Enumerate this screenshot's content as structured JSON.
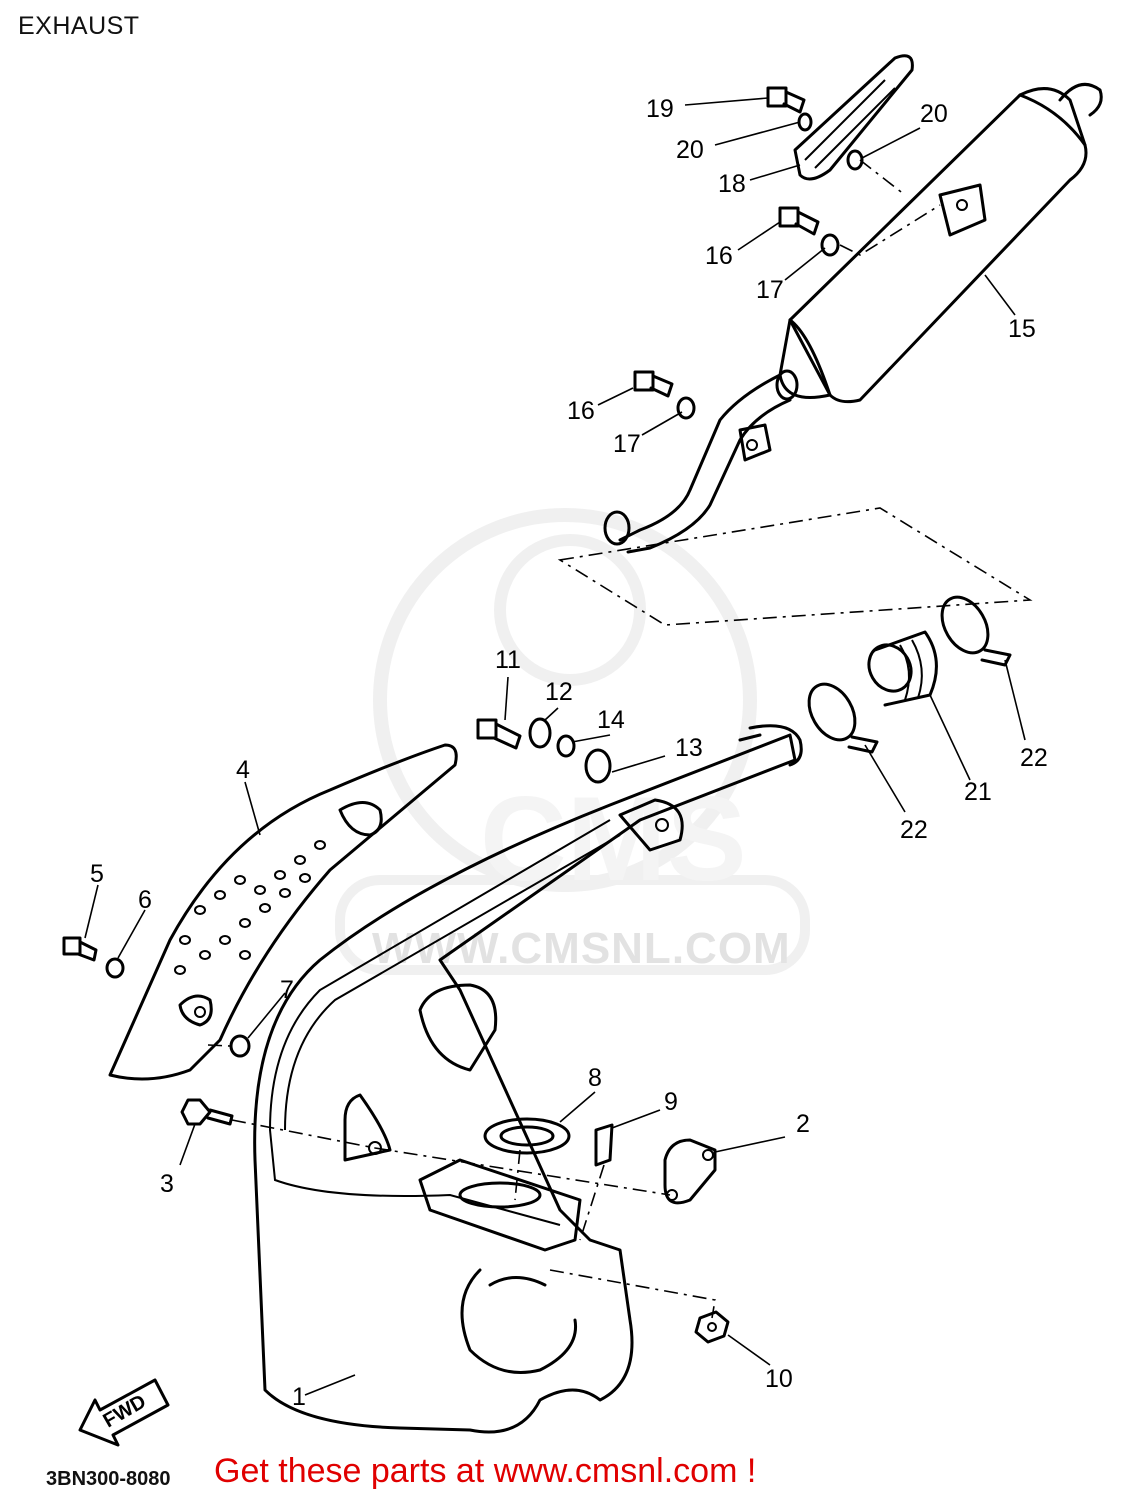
{
  "header": {
    "title": "EXHAUST"
  },
  "watermark": {
    "text": "WWW.CMSNL.COM",
    "logo_text": "CMS"
  },
  "footer": {
    "diagram_code": "3BN300-8080",
    "promo_text": "Get these parts at www.cmsnl.com !"
  },
  "fwd_arrow_label": "FWD",
  "callouts": [
    {
      "id": "c1",
      "label": "1"
    },
    {
      "id": "c2",
      "label": "2"
    },
    {
      "id": "c3",
      "label": "3"
    },
    {
      "id": "c4",
      "label": "4"
    },
    {
      "id": "c5",
      "label": "5"
    },
    {
      "id": "c6",
      "label": "6"
    },
    {
      "id": "c7",
      "label": "7"
    },
    {
      "id": "c8",
      "label": "8"
    },
    {
      "id": "c9",
      "label": "9"
    },
    {
      "id": "c10",
      "label": "10"
    },
    {
      "id": "c11",
      "label": "11"
    },
    {
      "id": "c12",
      "label": "12"
    },
    {
      "id": "c13",
      "label": "13"
    },
    {
      "id": "c14",
      "label": "14"
    },
    {
      "id": "c15",
      "label": "15"
    },
    {
      "id": "c16a",
      "label": "16"
    },
    {
      "id": "c16b",
      "label": "16"
    },
    {
      "id": "c17a",
      "label": "17"
    },
    {
      "id": "c17b",
      "label": "17"
    },
    {
      "id": "c18",
      "label": "18"
    },
    {
      "id": "c19",
      "label": "19"
    },
    {
      "id": "c20a",
      "label": "20"
    },
    {
      "id": "c20b",
      "label": "20"
    },
    {
      "id": "c21",
      "label": "21"
    },
    {
      "id": "c22a",
      "label": "22"
    },
    {
      "id": "c22b",
      "label": "22"
    }
  ]
}
